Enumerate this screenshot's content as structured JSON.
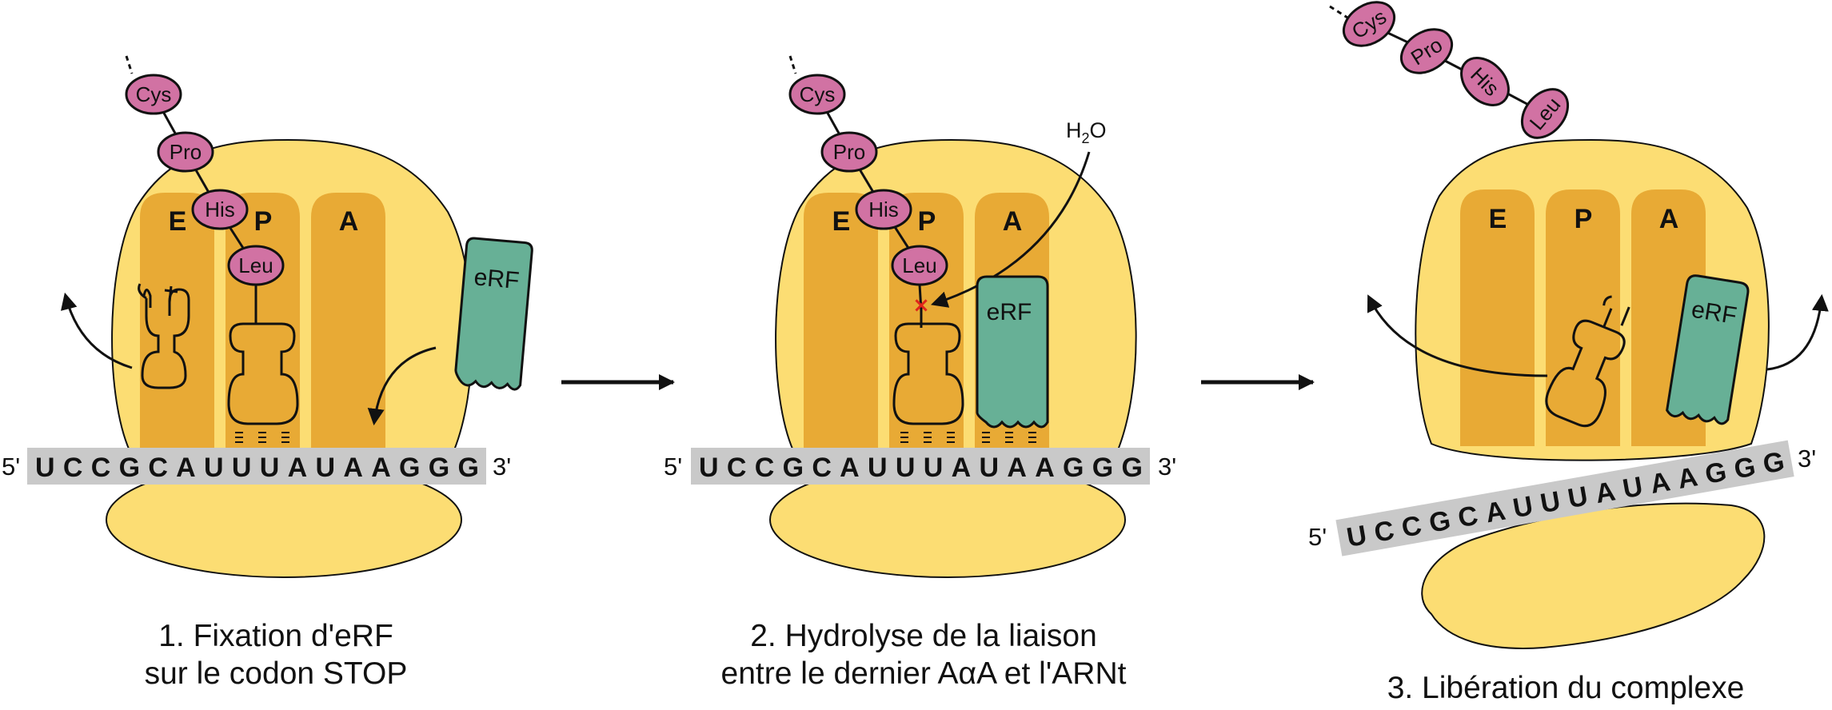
{
  "panels": [
    {
      "sites": [
        "E",
        "P",
        "A"
      ],
      "amino_acids": [
        "Cys",
        "Pro",
        "His",
        "Leu"
      ],
      "factor": "eRF",
      "mrna": {
        "five_prime": "5'",
        "three_prime": "3'",
        "sequence": "UCCGCAUUUAUAAGGG"
      },
      "caption": [
        "1. Fixation d'eRF",
        "sur le codon STOP"
      ]
    },
    {
      "sites": [
        "E",
        "P",
        "A"
      ],
      "amino_acids": [
        "Cys",
        "Pro",
        "His",
        "Leu"
      ],
      "factor": "eRF",
      "water": {
        "symbol": "H",
        "subscript": "2",
        "suffix": "O"
      },
      "cut_mark": "×",
      "mrna": {
        "five_prime": "5'",
        "three_prime": "3'",
        "sequence": "UCCGCAUUUAUAAGGG"
      },
      "caption": [
        "2. Hydrolyse de la liaison",
        "entre le dernier AαA et l'ARNt"
      ]
    },
    {
      "sites": [
        "E",
        "P",
        "A"
      ],
      "amino_acids": [
        "Cys",
        "Pro",
        "His",
        "Leu"
      ],
      "factor": "eRF",
      "mrna": {
        "five_prime": "5'",
        "three_prime": "3'",
        "sequence": "UCCGCAUUUAUAAGGG"
      },
      "caption": [
        "3. Libération du complexe"
      ]
    }
  ],
  "colors": {
    "ribosome": "#FCDD73",
    "site": "#E8AA35",
    "amino_acid": "#D172A3",
    "erf": "#67B096",
    "mrna_band": "#C9C9C9",
    "cut": "#E0241B",
    "ink": "#111111"
  }
}
